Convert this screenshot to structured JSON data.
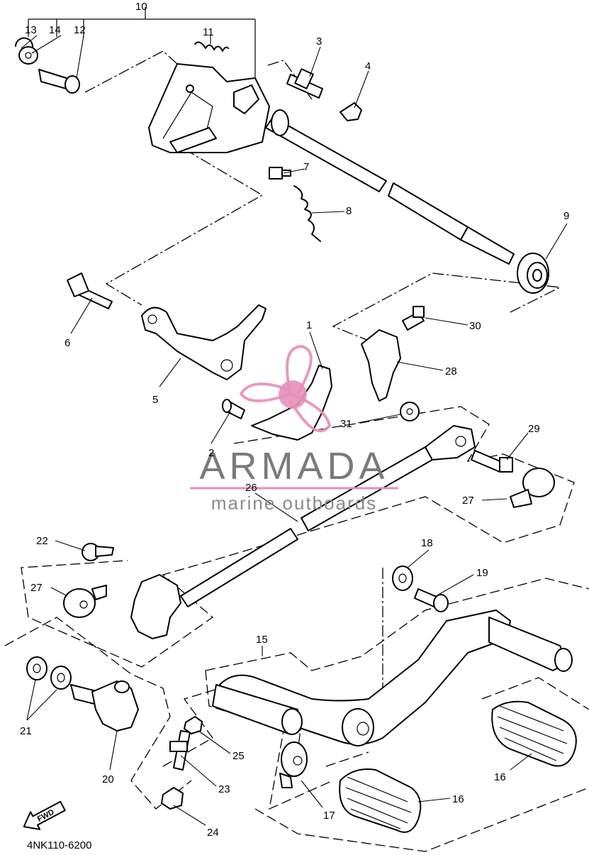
{
  "part_labels": [
    "1",
    "2",
    "3",
    "4",
    "5",
    "6",
    "7",
    "8",
    "9",
    "10",
    "11",
    "12",
    "13",
    "14",
    "15",
    "16",
    "16",
    "17",
    "18",
    "19",
    "20",
    "21",
    "22",
    "23",
    "24",
    "25",
    "26",
    "27",
    "27",
    "28",
    "29",
    "30",
    "31"
  ],
  "watermark": {
    "brand": "ARMADA",
    "tagline": "marine outboards",
    "logo_color": "#e58fb8"
  },
  "diagram_code": "4NK110-6200",
  "direction_marker": "FWD"
}
